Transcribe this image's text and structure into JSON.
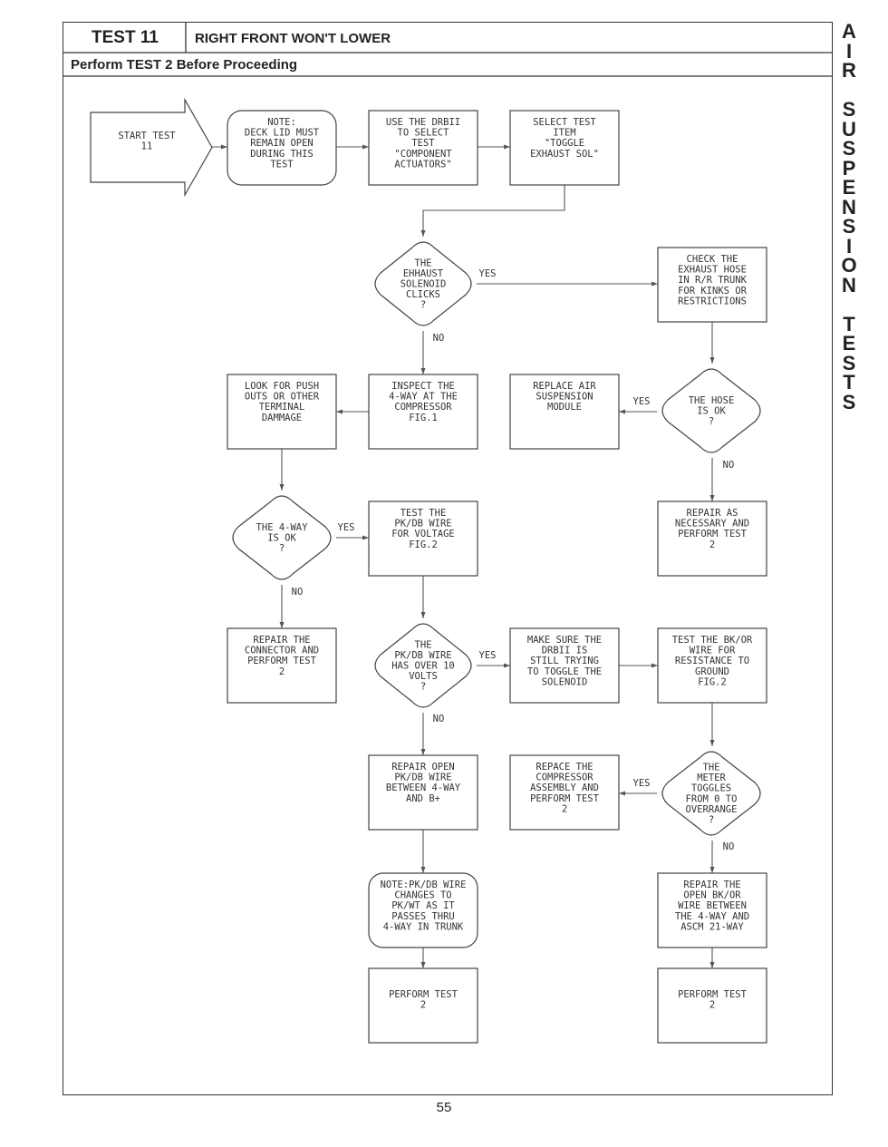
{
  "header": {
    "test_id": "TEST 11",
    "title": "RIGHT FRONT WON'T LOWER",
    "subtitle": "Perform TEST 2 Before Proceeding"
  },
  "side_title": "AIR SUSPENSION TESTS",
  "page_number": "55",
  "edge_labels": {
    "yes": "YES",
    "no": "NO"
  },
  "nodes": [
    {
      "id": "start",
      "type": "arrow",
      "lines": [
        "START TEST",
        "11"
      ]
    },
    {
      "id": "note_deck",
      "type": "rounded",
      "lines": [
        "NOTE:",
        "DECK LID MUST",
        "REMAIN OPEN",
        "DURING THIS",
        "TEST"
      ]
    },
    {
      "id": "use_drbii",
      "type": "rect",
      "lines": [
        "USE THE DRBII",
        "TO SELECT",
        "TEST",
        "\"COMPONENT",
        "ACTUATORS\""
      ]
    },
    {
      "id": "select_item",
      "type": "rect",
      "lines": [
        "SELECT TEST",
        "ITEM",
        "\"TOGGLE",
        "EXHAUST SOL\""
      ]
    },
    {
      "id": "d_clicks",
      "type": "diamond",
      "lines": [
        "THE",
        "EHHAUST",
        "SOLENOID",
        "CLICKS",
        "?"
      ]
    },
    {
      "id": "check_hose",
      "type": "rect",
      "lines": [
        "CHECK THE",
        "EXHAUST HOSE",
        "IN R/R TRUNK",
        "FOR KINKS OR",
        "RESTRICTIONS"
      ]
    },
    {
      "id": "inspect_4way",
      "type": "rect",
      "lines": [
        "INSPECT THE",
        "4-WAY AT THE",
        "COMPRESSOR",
        "FIG.1"
      ]
    },
    {
      "id": "look_push",
      "type": "rect",
      "lines": [
        "LOOK FOR PUSH",
        "OUTS OR OTHER",
        "TERMINAL",
        "DAMMAGE"
      ]
    },
    {
      "id": "d_hose_ok",
      "type": "diamond",
      "lines": [
        "THE HOSE",
        "IS OK",
        "?"
      ]
    },
    {
      "id": "replace_module",
      "type": "rect",
      "lines": [
        "REPLACE AIR",
        "SUSPENSION",
        "MODULE"
      ]
    },
    {
      "id": "repair_nec",
      "type": "rect",
      "lines": [
        "REPAIR AS",
        "NECESSARY AND",
        "PERFORM TEST",
        "2"
      ]
    },
    {
      "id": "d_4way_ok",
      "type": "diamond",
      "lines": [
        "THE 4-WAY",
        "IS OK",
        "?"
      ]
    },
    {
      "id": "test_pkdb",
      "type": "rect",
      "lines": [
        "TEST THE",
        "PK/DB WIRE",
        "FOR VOLTAGE",
        "FIG.2"
      ]
    },
    {
      "id": "repair_conn",
      "type": "rect",
      "lines": [
        "REPAIR THE",
        "CONNECTOR AND",
        "PERFORM TEST",
        "2"
      ]
    },
    {
      "id": "d_volts",
      "type": "diamond",
      "lines": [
        "THE",
        "PK/DB WIRE",
        "HAS OVER 10",
        "VOLTS",
        "?"
      ]
    },
    {
      "id": "make_sure",
      "type": "rect",
      "lines": [
        "MAKE SURE THE",
        "DRBII IS",
        "STILL TRYING",
        "TO TOGGLE THE",
        "SOLENOID"
      ]
    },
    {
      "id": "test_bkor",
      "type": "rect",
      "lines": [
        "TEST THE BK/OR",
        "WIRE FOR",
        "RESISTANCE TO",
        "GROUND",
        "FIG.2"
      ]
    },
    {
      "id": "repair_open_pk",
      "type": "rect",
      "lines": [
        "REPAIR OPEN",
        "PK/DB WIRE",
        "BETWEEN 4-WAY",
        "AND B+"
      ]
    },
    {
      "id": "d_meter",
      "type": "diamond",
      "lines": [
        "THE",
        "METER",
        "TOGGLES",
        "FROM 0 TO",
        "OVERRANGE",
        "?"
      ]
    },
    {
      "id": "replace_comp",
      "type": "rect",
      "lines": [
        "REPACE THE",
        "COMPRESSOR",
        "ASSEMBLY AND",
        "PERFORM TEST",
        "2"
      ]
    },
    {
      "id": "note_pkdb",
      "type": "rounded",
      "lines": [
        "NOTE:PK/DB WIRE",
        "CHANGES TO",
        "PK/WT AS IT",
        "PASSES THRU",
        "4-WAY IN TRUNK"
      ]
    },
    {
      "id": "repair_bkor",
      "type": "rect",
      "lines": [
        "REPAIR THE",
        "OPEN BK/OR",
        "WIRE BETWEEN",
        "THE 4-WAY AND",
        "ASCM 21-WAY"
      ]
    },
    {
      "id": "perf_left",
      "type": "rect",
      "lines": [
        "PERFORM TEST",
        "2"
      ]
    },
    {
      "id": "perf_right",
      "type": "rect",
      "lines": [
        "PERFORM TEST",
        "2"
      ]
    }
  ]
}
